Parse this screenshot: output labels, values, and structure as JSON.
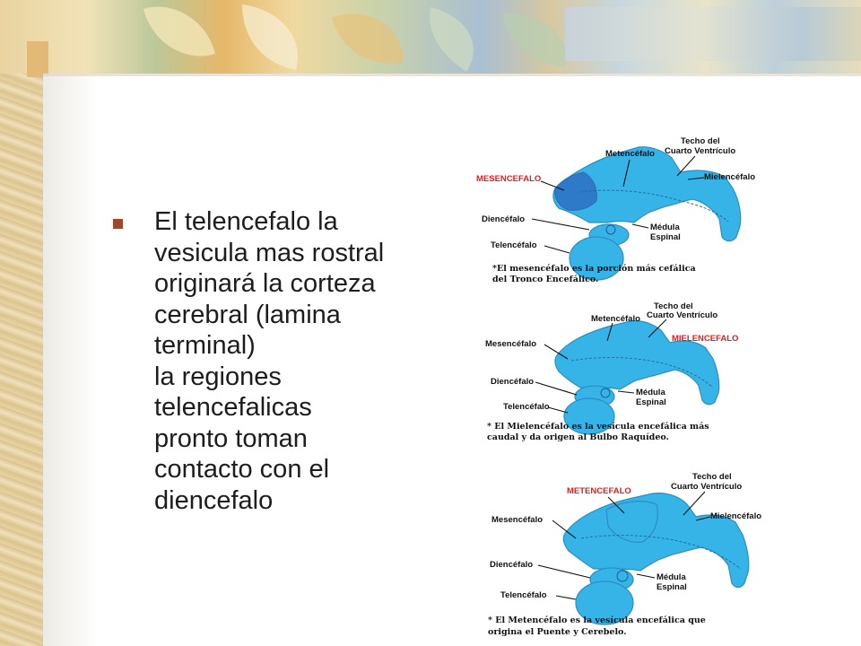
{
  "slide": {
    "bullet_lines": [
      "El telencefalo  la",
      "vesicula  mas rostral",
      "originará  la corteza",
      "cerebral (lamina",
      "terminal)",
      "la regiones",
      "telencefalicas",
      "pronto toman",
      "contacto con el",
      "diencefalo"
    ]
  },
  "figures": [
    {
      "labels": {
        "mesencefalo": "MESENCEFALO",
        "metencefalo": "Metencéfalo",
        "techo_1": "Techo del",
        "techo_2": "Cuarto Ventrículo",
        "mielencefalo": "Mielencéfalo",
        "diencefalo": "Diencéfalo",
        "telencefalo": "Telencéfalo",
        "medula_1": "Médula",
        "medula_2": "Espinal"
      },
      "caption": [
        "*El mesencéfalo es la porción más cefálica",
        "del Tronco Encefálico."
      ],
      "highlight": "MESENCEFALO"
    },
    {
      "labels": {
        "techo_1": "Techo del",
        "techo_2": "Cuarto Ventrículo",
        "metencefalo": "Metencéfalo",
        "mesencefalo": "Mesencéfalo",
        "mielencefalo": "MIELENCEFALO",
        "diencefalo": "Diencéfalo",
        "telencefalo": "Telencéfalo",
        "medula_1": "Médula",
        "medula_2": "Espinal"
      },
      "caption": [
        "* El Mielencéfalo es la vesícula encefálica más",
        "caudal y da origen al Bulbo Raquídeo."
      ],
      "highlight": "MIELENCEFALO"
    },
    {
      "labels": {
        "metencefalo": "METENCEFALO",
        "techo_1": "Techo del",
        "techo_2": "Cuarto Ventrículo",
        "mesencefalo": "Mesencéfalo",
        "mielencefalo": "Mielencéfalo",
        "diencefalo": "Diencéfalo",
        "telencefalo": "Telencéfalo",
        "medula_1": "Médula",
        "medula_2": "Espinal"
      },
      "caption": [
        "* El Metencéfalo es la vesícula encefálica que",
        "origina el Puente y Cerebelo."
      ],
      "highlight": "METENCEFALO"
    }
  ],
  "colors": {
    "bullet": "#a0462c",
    "brain": "#36b4e8",
    "highlight_text": "#d92020"
  }
}
